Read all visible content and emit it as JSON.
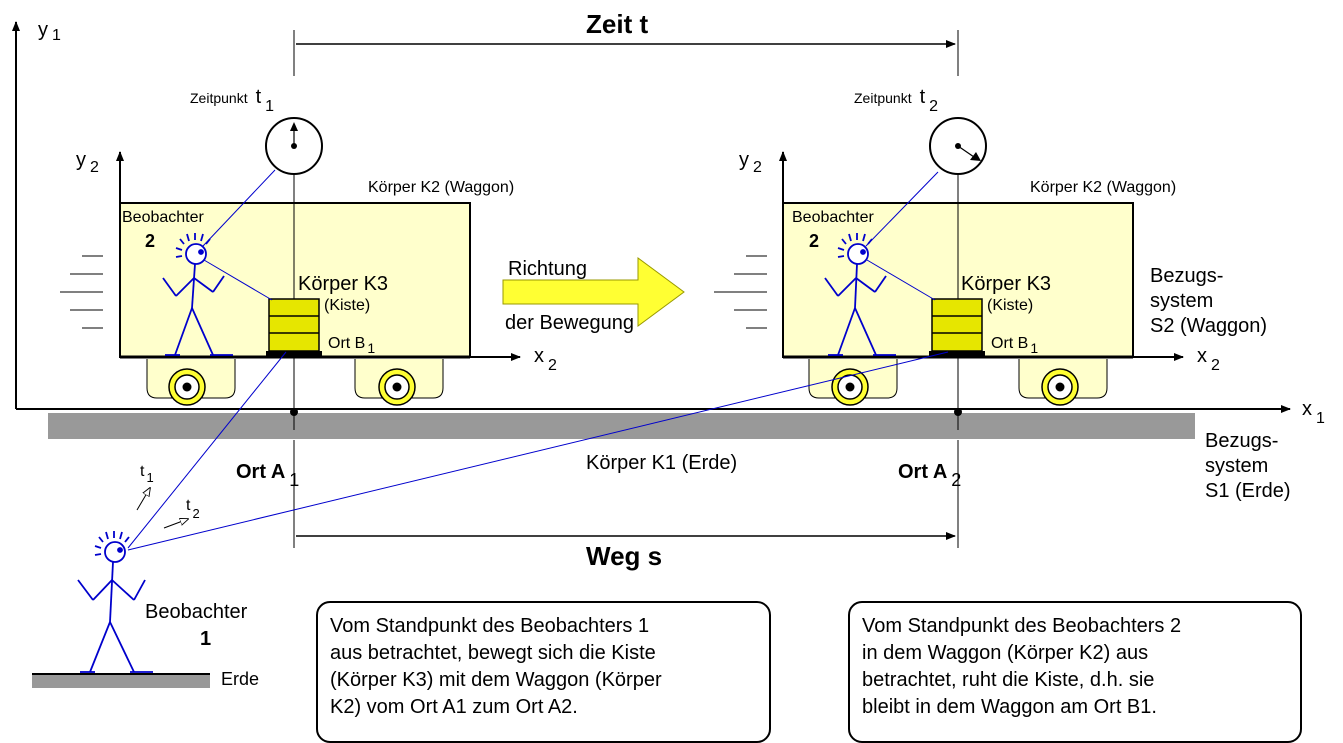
{
  "labels": {
    "y1": "y",
    "y1_sub": "1",
    "x1": "x",
    "x1_sub": "1",
    "time_title": "Zeit t",
    "way_title": "Weg s",
    "earth_body": "Körper  K1    (Erde)",
    "ref_s1": [
      "Bezugs-",
      "system",
      "S1 (Erde)"
    ],
    "ref_s2": [
      "Bezugs-",
      "system",
      "S2 (Waggon)"
    ],
    "direction": [
      "Richtung",
      "der Bewegung"
    ],
    "observer1": "Beobachter",
    "observer1_num": "1",
    "earth_small": "Erde",
    "t1_small": "t",
    "t1_small_sub": "1",
    "t2_small": "t",
    "t2_small_sub": "2"
  },
  "scenes": [
    {
      "clock_label": "Zeitpunkt",
      "clock_t": "t",
      "clock_sub": "1",
      "y2": "y",
      "y2_sub": "2",
      "x2": "x",
      "x2_sub": "2",
      "wagon_label": "Körper K2 (Waggon)",
      "observer": "Beobachter",
      "observer_num": "2",
      "box_label": "Körper K3",
      "box_sub": "(Kiste)",
      "place_b": "Ort B",
      "place_b_sub": "1",
      "place_a": "Ort  A",
      "place_a_sub": "1"
    },
    {
      "clock_label": "Zeitpunkt",
      "clock_t": "t",
      "clock_sub": "2",
      "y2": "y",
      "y2_sub": "2",
      "x2": "x",
      "x2_sub": "2",
      "wagon_label": "Körper K2 (Waggon)",
      "observer": "Beobachter",
      "observer_num": "2",
      "box_label": "Körper K3",
      "box_sub": "(Kiste)",
      "place_b": "Ort B",
      "place_b_sub": "1",
      "place_a": "Ort  A",
      "place_a_sub": "2"
    }
  ],
  "notes": [
    [
      "Vom Standpunkt des Beobachters 1",
      "aus betrachtet, bewegt sich die Kiste",
      "(Körper K3) mit dem Waggon (Körper",
      "K2) vom Ort A1 zum Ort A2."
    ],
    [
      "Vom Standpunkt des Beobachters 2",
      "in dem Waggon (Körper K2) aus",
      "betrachtet, ruht die Kiste, d.h. sie",
      "bleibt in dem Waggon am Ort B1."
    ]
  ],
  "colors": {
    "wagon_fill": "#FFFFCC",
    "box_fill": "#E6E600",
    "arrow_fill": "#FFFF33",
    "ground": "#999999",
    "stick_figure": "#0000CC",
    "sight_line": "#0000CC"
  }
}
